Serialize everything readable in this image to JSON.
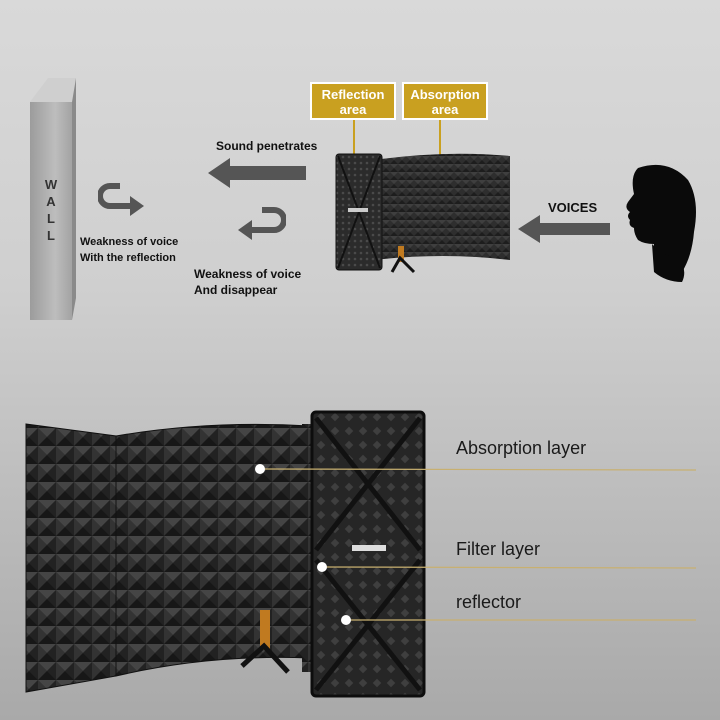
{
  "wall": {
    "letters": [
      "W",
      "A",
      "L",
      "L"
    ]
  },
  "top": {
    "reflection_label_1": "Reflection",
    "reflection_label_2": "area",
    "absorption_label_1": "Absorption",
    "absorption_label_2": "area",
    "sound_penetrates": "Sound penetrates",
    "voices": "VOICES",
    "weak_reflect_1": "Weakness of voice",
    "weak_reflect_2": "With the reflection",
    "weak_disappear_1": "Weakness of voice",
    "weak_disappear_2": "And disappear"
  },
  "bottom": {
    "absorption_layer": "Absorption layer",
    "filter_layer": "Filter layer",
    "reflector": "reflector"
  },
  "colors": {
    "gold": "#c9a020",
    "foam": "#2b2b2b",
    "leader_line": "#c8b070"
  }
}
